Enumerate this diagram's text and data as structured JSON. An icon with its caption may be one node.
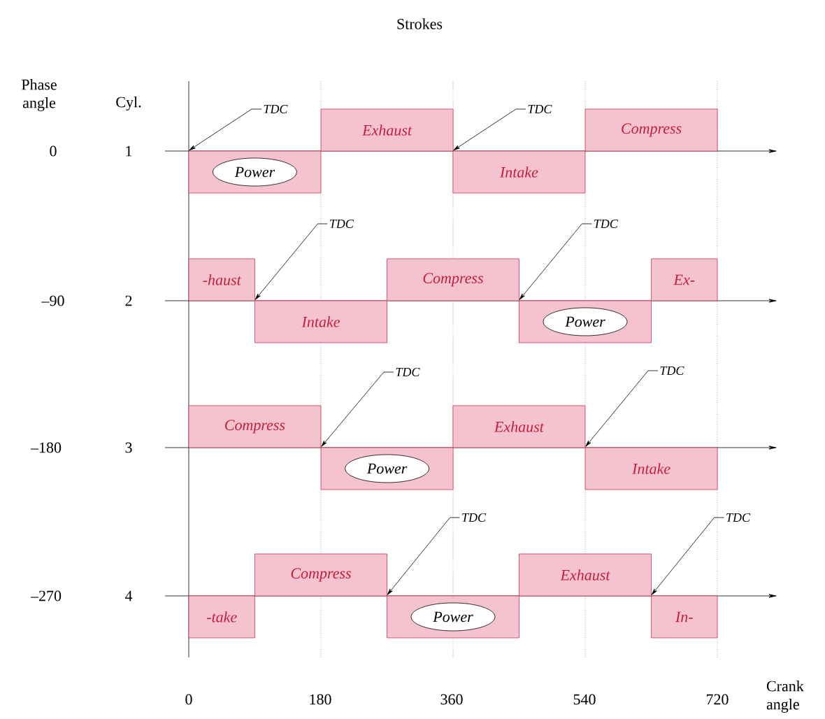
{
  "diagram": {
    "nodes": [
      {
        "text": [],
        "shape": "box"
      },
      {
        "text": [
          "Power"
        ],
        "in": 0
      },
      {
        "text": [
          "Exhaust"
        ]
      },
      {
        "text": [
          "Intake"
        ]
      },
      {
        "text": [
          "Compress"
        ]
      },
      {
        "text": [
          "-haust"
        ]
      },
      {
        "text": [
          "Intake"
        ]
      },
      {
        "text": [
          "Compress"
        ]
      },
      {
        "text": [],
        "shape": "box"
      },
      {
        "text": [
          "Power"
        ],
        "in": 8
      },
      {
        "text": [
          "Ex-"
        ]
      },
      {
        "text": [
          "Compress"
        ]
      },
      {
        "text": [],
        "shape": "box"
      },
      {
        "text": [
          "Power"
        ],
        "in": 12
      },
      {
        "text": [
          "Exhaust"
        ]
      },
      {
        "text": [
          "Intake"
        ]
      },
      {
        "text": [
          "-take"
        ]
      },
      {
        "text": [
          "Compress"
        ]
      },
      {
        "text": [],
        "shape": "box"
      },
      {
        "text": [
          "Power"
        ],
        "in": 18
      },
      {
        "text": [
          "Exhaust"
        ]
      },
      {
        "text": [
          "In-"
        ]
      },
      {
        "text": [
          "TDC"
        ]
      },
      {
        "text": [
          "TDC"
        ]
      },
      {
        "text": [
          "TDC"
        ]
      },
      {
        "text": [
          "TDC"
        ]
      },
      {
        "text": [
          "TDC"
        ]
      },
      {
        "text": [
          "TDC"
        ]
      },
      {
        "text": [
          "TDC"
        ]
      },
      {
        "text": [
          "TDC"
        ]
      }
    ],
    "edges": [
      {
        "from": 22,
        "to": 0,
        "arrow": "to"
      },
      {
        "from": 23,
        "to": 3,
        "arrow": "to"
      },
      {
        "from": 24,
        "to": 6,
        "arrow": "to"
      },
      {
        "from": 25,
        "to": 8,
        "arrow": "to"
      },
      {
        "from": 26,
        "to": 12,
        "arrow": "to"
      },
      {
        "from": 27,
        "to": 15,
        "arrow": "to"
      },
      {
        "from": 28,
        "to": 18,
        "arrow": "to"
      },
      {
        "from": 29,
        "to": 21,
        "arrow": "to"
      }
    ],
    "labels": [
      "Strokes",
      "Phase angle",
      "Cyl.",
      "0",
      "1",
      "–90",
      "2",
      "–180",
      "3",
      "–270",
      "4",
      "0",
      "180",
      "360",
      "540",
      "720",
      "Crank angle"
    ]
  }
}
